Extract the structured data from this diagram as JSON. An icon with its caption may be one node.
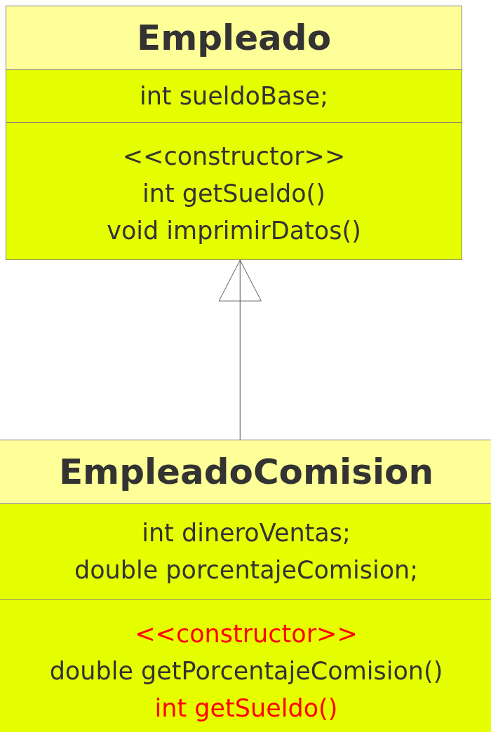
{
  "diagram": {
    "nodes": [
      {
        "text": [
          "Empleado"
        ]
      },
      {
        "text": [
          "int sueldoBase;"
        ],
        "in": 0
      },
      {
        "text": [
          "<<constructor>>",
          "int getSueldo()",
          "void imprimirDatos()"
        ],
        "in": 0
      },
      {
        "text": [
          "EmpleadoComision"
        ]
      },
      {
        "text": [
          "int dineroVentas;",
          "double porcentajeComision;"
        ],
        "in": 3
      },
      {
        "text": [
          "<<constructor>>",
          "double getPorcentajeComision()",
          "int getSueldo()"
        ],
        "in": 3
      }
    ],
    "edges": [
      {
        "from": 3,
        "to": 0,
        "arrow": "to"
      }
    ]
  }
}
